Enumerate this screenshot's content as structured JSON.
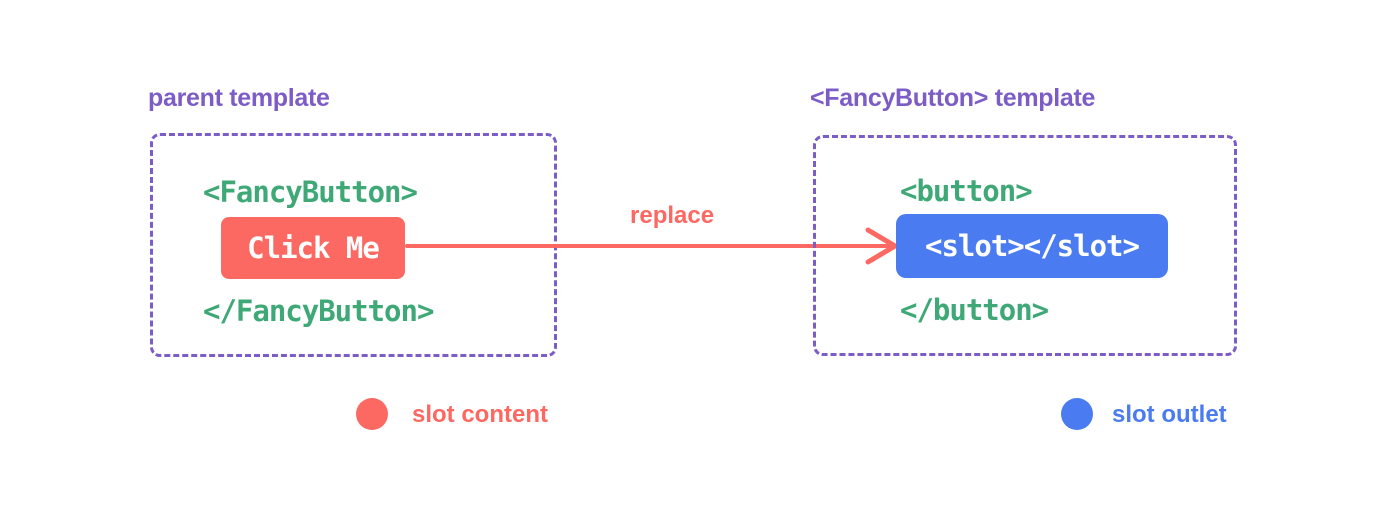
{
  "colors": {
    "purple": "#7C5CC6",
    "green": "#3FA877",
    "red": "#FC6862",
    "blue": "#4A7BF0",
    "background": "#FFFFFF",
    "chip_text": "#FFFFFF"
  },
  "parent_panel": {
    "title": "parent template",
    "code_open": "<FancyButton>",
    "slot_content": "Click Me",
    "code_close": "</FancyButton>"
  },
  "fancy_panel": {
    "title": "<FancyButton> template",
    "code_open": "<button>",
    "slot_outlet": "<slot></slot>",
    "code_close": "</button>"
  },
  "arrow": {
    "label": "replace"
  },
  "legend": {
    "slot_content": {
      "label": "slot content",
      "color": "#FC6862"
    },
    "slot_outlet": {
      "label": "slot outlet",
      "color": "#4A7BF0"
    }
  }
}
